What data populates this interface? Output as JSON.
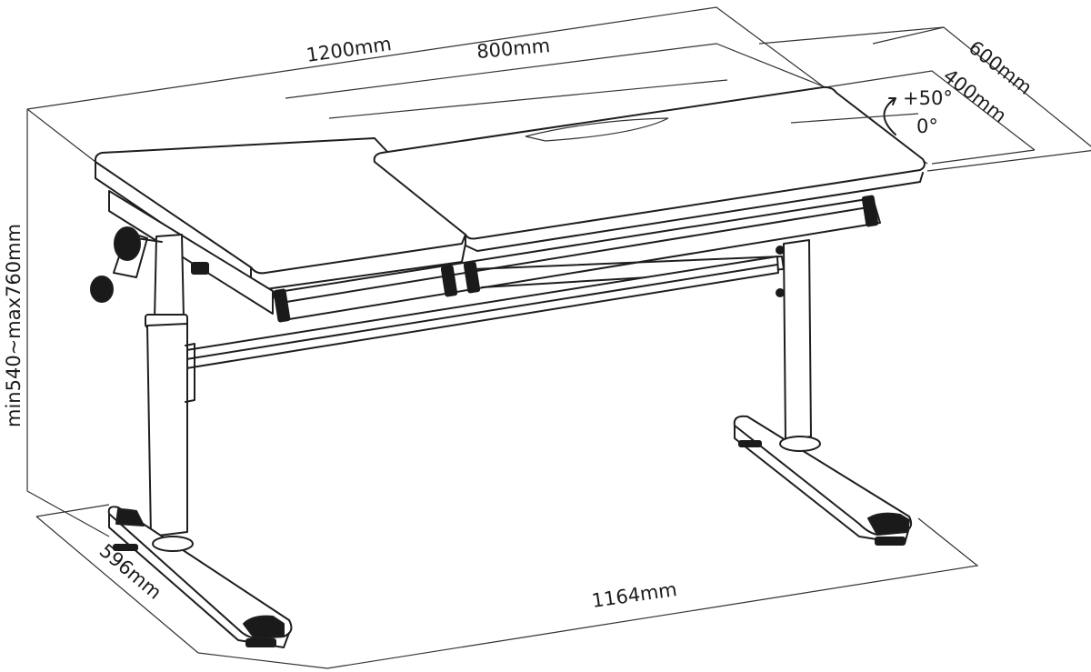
{
  "diagram": {
    "labels": {
      "total_width": "1200mm",
      "tilt_top_width": "800mm",
      "depth_total": "600mm",
      "depth_tilt": "400mm",
      "tilt_max": "+50°",
      "tilt_min": "0°",
      "height_range": "min540~max760mm",
      "base_depth": "596mm",
      "base_width": "1164mm"
    }
  }
}
